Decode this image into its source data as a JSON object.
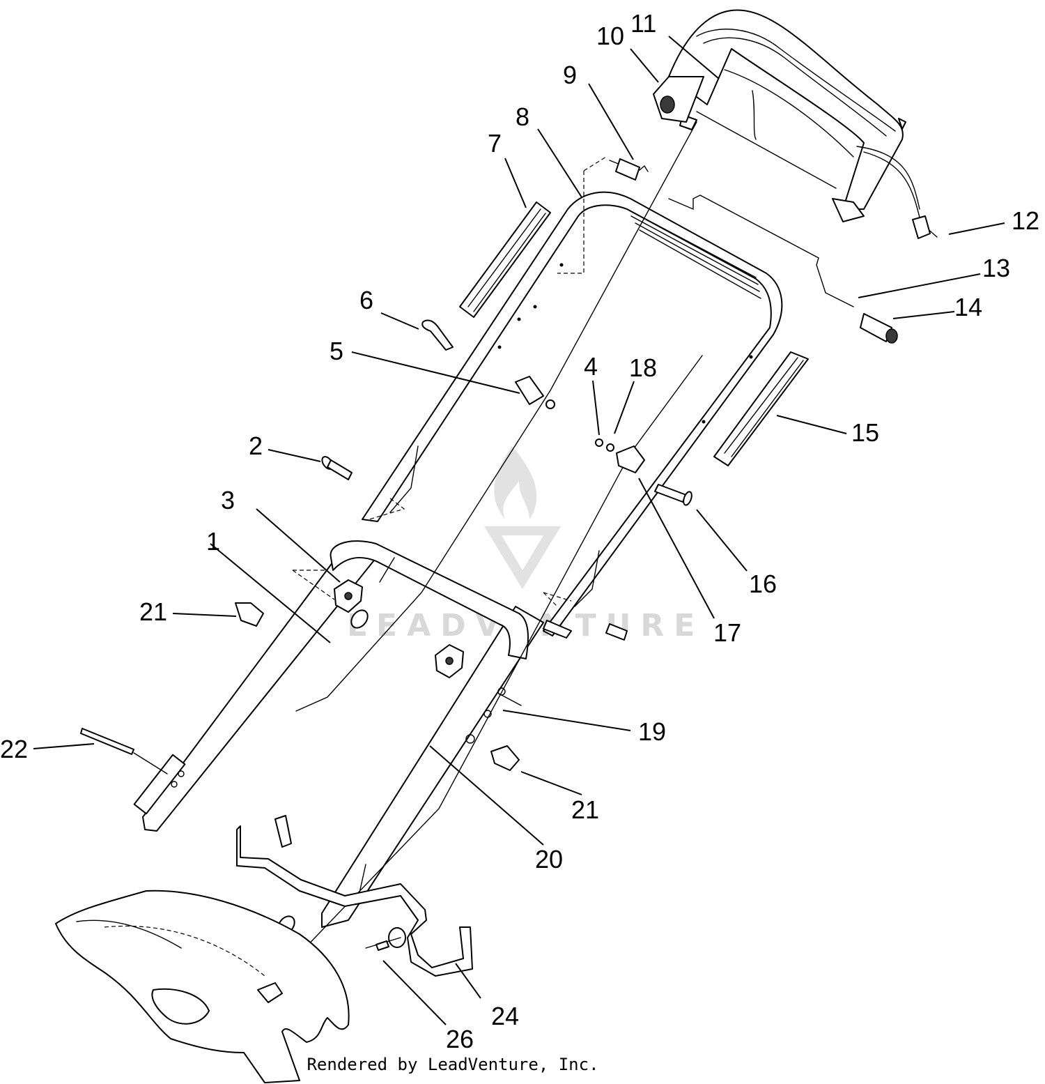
{
  "callouts": [
    {
      "id": "1",
      "label": "1"
    },
    {
      "id": "2",
      "label": "2"
    },
    {
      "id": "3",
      "label": "3"
    },
    {
      "id": "4",
      "label": "4"
    },
    {
      "id": "5",
      "label": "5"
    },
    {
      "id": "6",
      "label": "6"
    },
    {
      "id": "7",
      "label": "7"
    },
    {
      "id": "8",
      "label": "8"
    },
    {
      "id": "9",
      "label": "9"
    },
    {
      "id": "10",
      "label": "10"
    },
    {
      "id": "11",
      "label": "11"
    },
    {
      "id": "12",
      "label": "12"
    },
    {
      "id": "13",
      "label": "13"
    },
    {
      "id": "14",
      "label": "14"
    },
    {
      "id": "15",
      "label": "15"
    },
    {
      "id": "16",
      "label": "16"
    },
    {
      "id": "17",
      "label": "17"
    },
    {
      "id": "18",
      "label": "18"
    },
    {
      "id": "19",
      "label": "19"
    },
    {
      "id": "20",
      "label": "20"
    },
    {
      "id": "21a",
      "label": "21"
    },
    {
      "id": "21b",
      "label": "21"
    },
    {
      "id": "22",
      "label": "22"
    },
    {
      "id": "24",
      "label": "24"
    },
    {
      "id": "26",
      "label": "26"
    }
  ],
  "watermark": {
    "text": "LEADVENTURE",
    "color": "#d8d8d8"
  },
  "footer": {
    "credit": "Rendered by LeadVenture, Inc."
  }
}
